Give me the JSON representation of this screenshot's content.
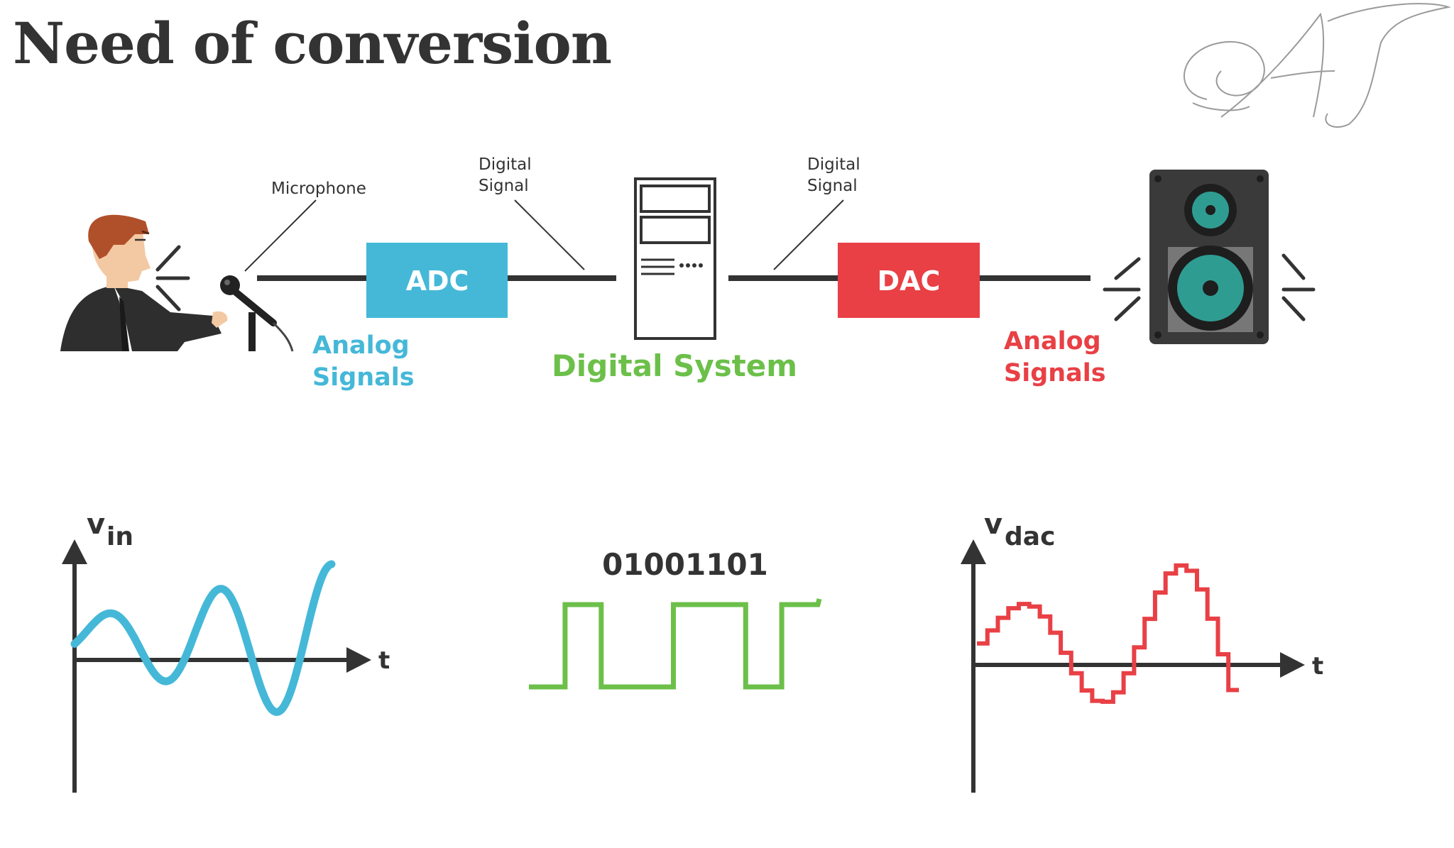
{
  "slide": {
    "title": "Need of conversion",
    "logo_text": "AJ"
  },
  "pipeline": {
    "microphone_label": "Microphone",
    "digital_signal_left": [
      "Digital",
      "Signal"
    ],
    "digital_signal_right": [
      "Digital",
      "Signal"
    ],
    "adc_label": "ADC",
    "dac_label": "DAC",
    "digital_system_label": "Digital System",
    "analog_signals_left": [
      "Analog",
      "Signals"
    ],
    "analog_signals_right": [
      "Analog",
      "Signals"
    ]
  },
  "colors": {
    "adc_blue": "#45b8d8",
    "dac_red": "#e84045",
    "digital_green": "#6cc04a",
    "dark": "#333333",
    "speaker_teal": "#2f9c92"
  },
  "graphs": {
    "analog_in": {
      "ylabel_main": "v",
      "ylabel_sub": "in",
      "xlabel": "t"
    },
    "digital": {
      "bits": "01001101"
    },
    "analog_out": {
      "ylabel_main": "v",
      "ylabel_sub": "dac",
      "xlabel": "t"
    }
  }
}
